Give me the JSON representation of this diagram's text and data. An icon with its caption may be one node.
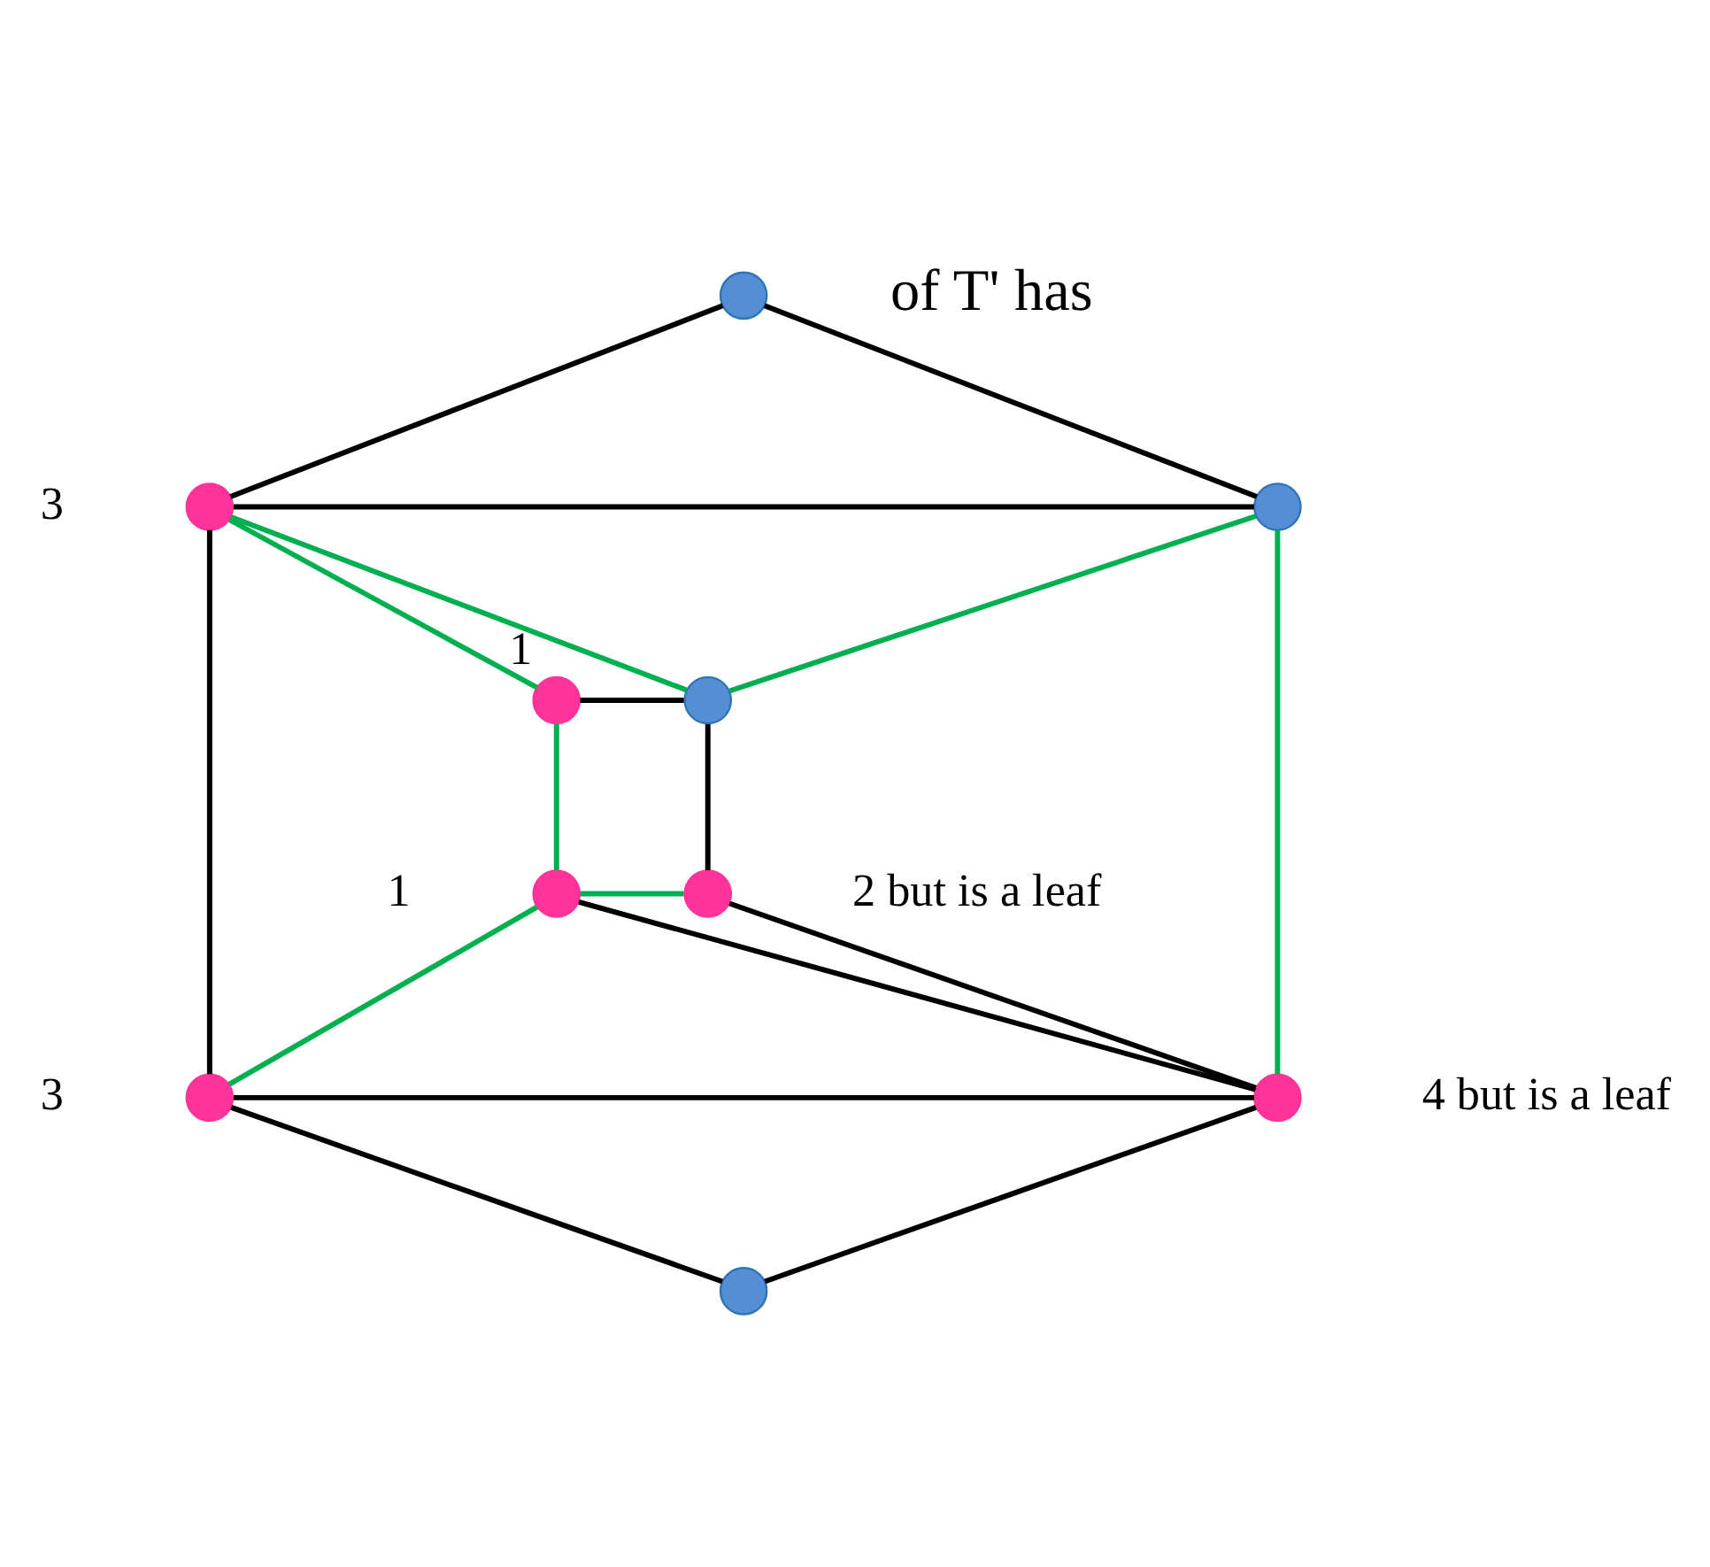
{
  "diagram": {
    "nodes": [
      {
        "text": [],
        "shape": "circle"
      },
      {
        "text": [],
        "shape": "circle",
        "beside": [
          "3"
        ]
      },
      {
        "text": [],
        "shape": "circle"
      },
      {
        "text": [],
        "shape": "circle",
        "beside": [
          "1"
        ]
      },
      {
        "text": [],
        "shape": "circle"
      },
      {
        "text": [],
        "shape": "circle",
        "beside": [
          "1"
        ]
      },
      {
        "text": [],
        "shape": "circle",
        "beside": [
          "2 but is a leaf"
        ]
      },
      {
        "text": [],
        "shape": "circle",
        "beside": [
          "3"
        ]
      },
      {
        "text": [],
        "shape": "circle",
        "beside": [
          "4 but is a leaf"
        ]
      },
      {
        "text": [],
        "shape": "circle"
      }
    ],
    "edges": [
      {
        "from": 0,
        "to": 1,
        "arrow": "none"
      },
      {
        "from": 0,
        "to": 2,
        "arrow": "none"
      },
      {
        "from": 1,
        "to": 2,
        "arrow": "none"
      },
      {
        "from": 1,
        "to": 3,
        "arrow": "none",
        "color": "#00b050"
      },
      {
        "from": 1,
        "to": 4,
        "arrow": "none",
        "color": "#00b050"
      },
      {
        "from": 4,
        "to": 2,
        "arrow": "none",
        "color": "#00b050"
      },
      {
        "from": 3,
        "to": 4,
        "arrow": "none"
      },
      {
        "from": 2,
        "to": 8,
        "arrow": "none",
        "color": "#00b050"
      },
      {
        "from": 1,
        "to": 7,
        "arrow": "none"
      },
      {
        "from": 3,
        "to": 5,
        "arrow": "none",
        "color": "#00b050"
      },
      {
        "from": 4,
        "to": 6,
        "arrow": "none"
      },
      {
        "from": 5,
        "to": 6,
        "arrow": "none",
        "color": "#00b050"
      },
      {
        "from": 5,
        "to": 7,
        "arrow": "none",
        "color": "#00b050"
      },
      {
        "from": 5,
        "to": 8,
        "arrow": "none"
      },
      {
        "from": 6,
        "to": 8,
        "arrow": "none"
      },
      {
        "from": 7,
        "to": 8,
        "arrow": "none"
      },
      {
        "from": 7,
        "to": 9,
        "arrow": "none"
      },
      {
        "from": 9,
        "to": 8,
        "arrow": "none"
      }
    ],
    "labels": [
      "of T' has"
    ]
  }
}
